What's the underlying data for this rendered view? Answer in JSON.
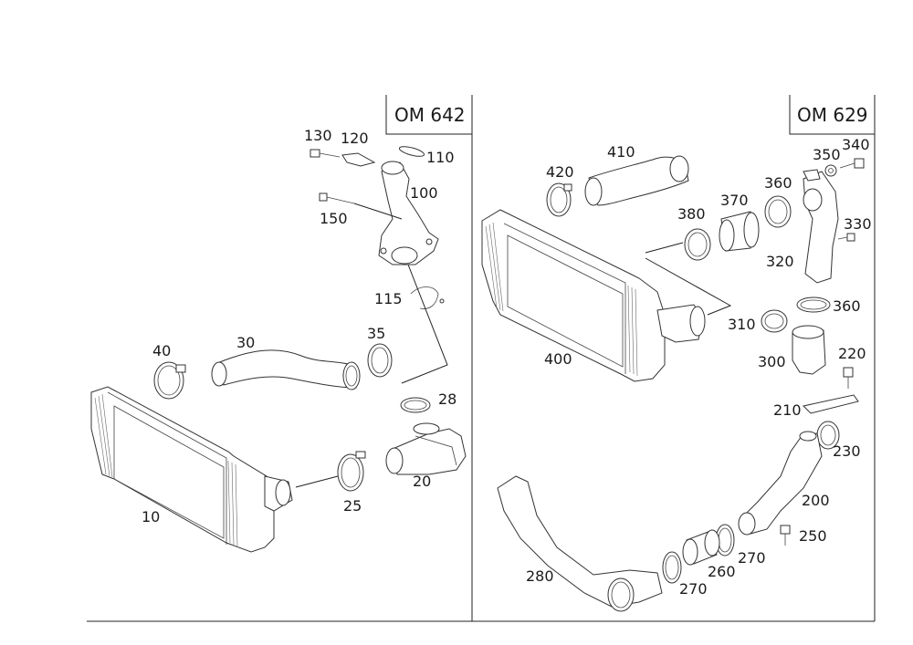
{
  "sections": {
    "left": {
      "engine_code": "OM 642"
    },
    "right": {
      "engine_code": "OM 629"
    }
  },
  "callouts": {
    "p10": "10",
    "p20": "20",
    "p25": "25",
    "p28": "28",
    "p30": "30",
    "p35": "35",
    "p40": "40",
    "p100": "100",
    "p110": "110",
    "p115": "115",
    "p120": "120",
    "p130": "130",
    "p150": "150",
    "p200": "200",
    "p210": "210",
    "p220": "220",
    "p230": "230",
    "p250": "250",
    "p260": "260",
    "p270a": "270",
    "p270b": "270",
    "p280": "280",
    "p300": "300",
    "p310": "310",
    "p320": "320",
    "p330": "330",
    "p340": "340",
    "p350": "350",
    "p360a": "360",
    "p360b": "360",
    "p370": "370",
    "p380": "380",
    "p400": "400",
    "p410": "410",
    "p420": "420"
  }
}
